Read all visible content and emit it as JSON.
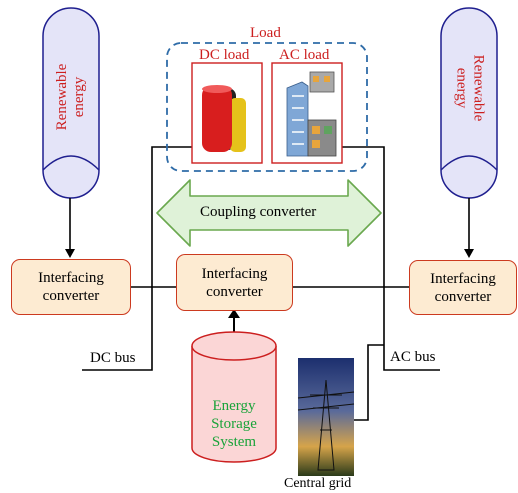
{
  "load": {
    "title": "Load",
    "dc_label": "DC load",
    "ac_label": "AC load"
  },
  "renewable_left": {
    "line1": "Renewable",
    "line2": "energy"
  },
  "renewable_right": {
    "line1": "Renewable",
    "line2": "energy"
  },
  "coupling_converter": "Coupling converter",
  "interfacing_left": {
    "line1": "Interfacing",
    "line2": "converter"
  },
  "interfacing_center": {
    "line1": "Interfacing",
    "line2": "converter"
  },
  "interfacing_right": {
    "line1": "Interfacing",
    "line2": "converter"
  },
  "dc_bus": "DC bus",
  "ac_bus": "AC bus",
  "storage": {
    "line1": "Energy",
    "line2": "Storage",
    "line3": "System"
  },
  "central_grid": "Central grid",
  "colors": {
    "box_fill": "#fdebd2",
    "box_border": "#cc3a1f",
    "cylinder_fill": "#e4e4f8",
    "storage_fill": "#fbd6d6",
    "arrow_fill": "#dff2d8",
    "arrow_stroke": "#6aa84f",
    "load_dashed": "#2f6ca8",
    "red_text": "#cc1f1f",
    "green_text": "#1aa33a"
  }
}
